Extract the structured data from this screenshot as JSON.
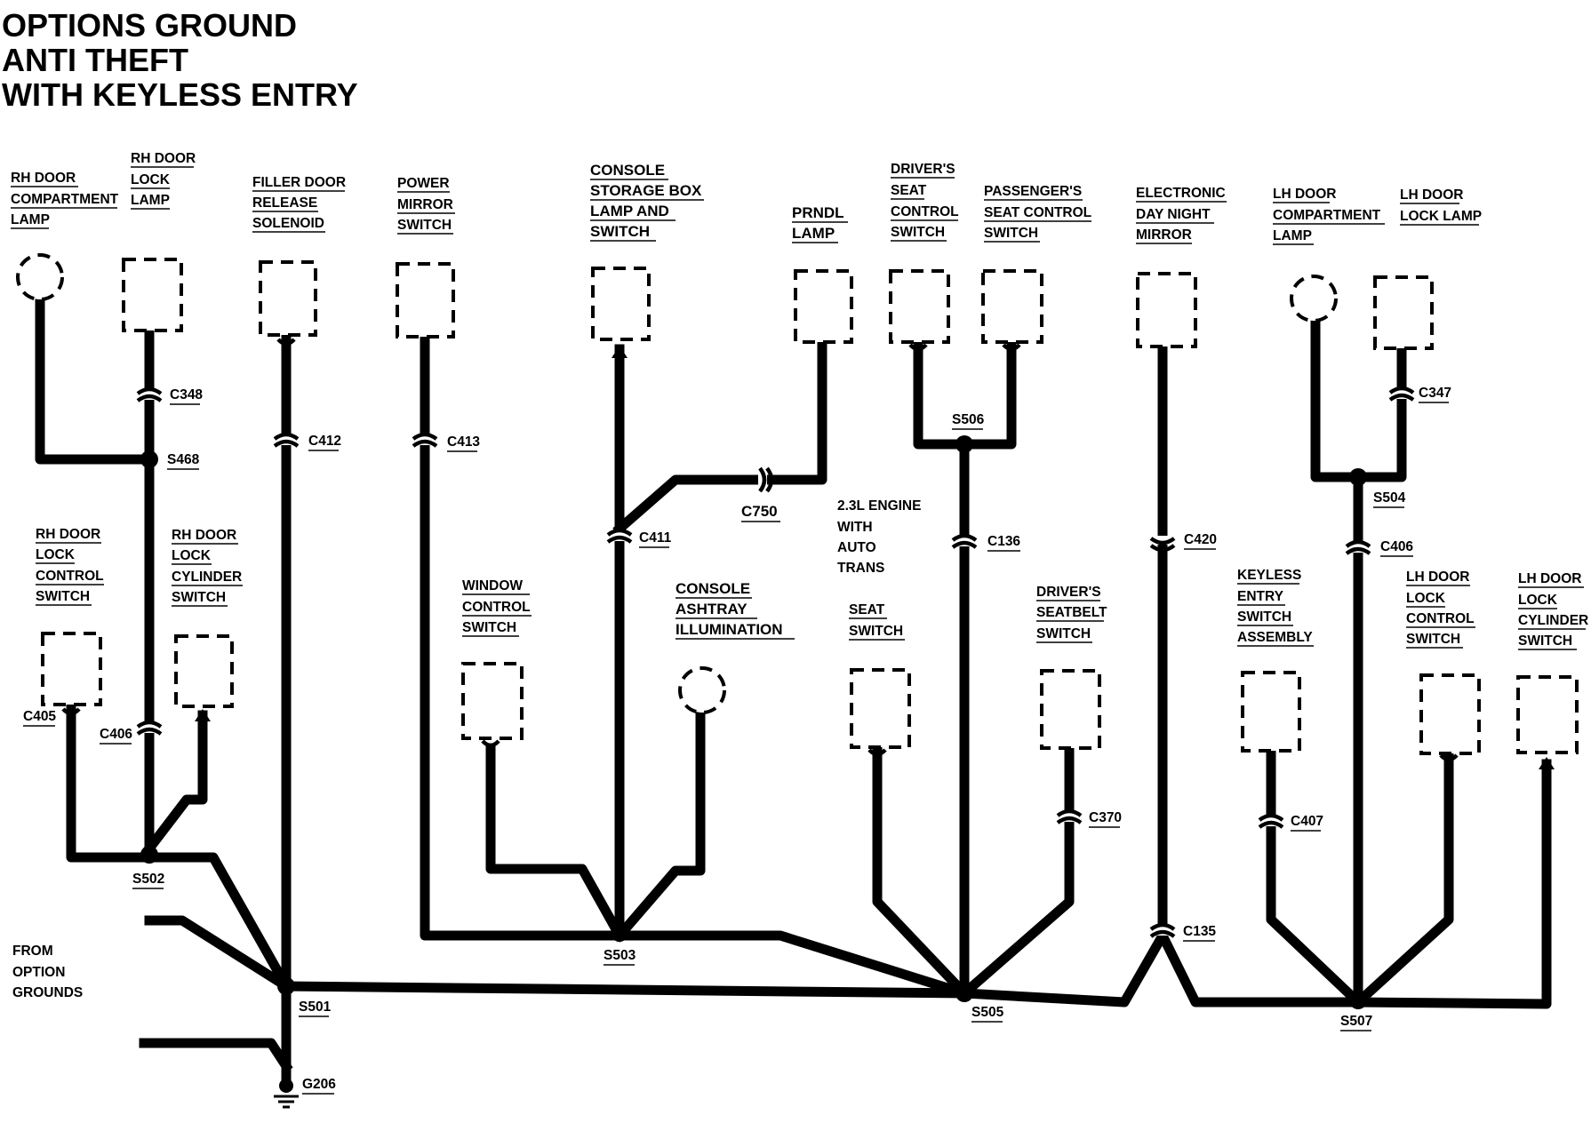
{
  "title_lines": [
    "OPTIONS GROUND",
    "ANTI THEFT",
    "WITH KEYLESS ENTRY"
  ],
  "components": {
    "rh_door_compartment_lamp": [
      "RH DOOR",
      "COMPARTMENT",
      "LAMP"
    ],
    "rh_door_lock_lamp": [
      "RH DOOR",
      "LOCK",
      "LAMP"
    ],
    "filler_door_release_solenoid": [
      "FILLER DOOR",
      "RELEASE",
      "SOLENOID"
    ],
    "power_mirror_switch": [
      "POWER",
      "MIRROR",
      "SWITCH"
    ],
    "console_storage_box": [
      "CONSOLE",
      "STORAGE BOX",
      "LAMP AND",
      "SWITCH"
    ],
    "prndl_lamp": [
      "PRNDL",
      "LAMP"
    ],
    "drivers_seat_control_switch": [
      "DRIVER'S",
      "SEAT",
      "CONTROL",
      "SWITCH"
    ],
    "passengers_seat_control_switch": [
      "PASSENGER'S",
      "SEAT CONTROL",
      "SWITCH"
    ],
    "electronic_day_night_mirror": [
      "ELECTRONIC",
      "DAY NIGHT",
      "MIRROR"
    ],
    "lh_door_compartment_lamp": [
      "LH DOOR",
      "COMPARTMENT",
      "LAMP"
    ],
    "lh_door_lock_lamp": [
      "LH DOOR",
      "LOCK LAMP"
    ],
    "rh_door_lock_control_switch": [
      "RH DOOR",
      "LOCK",
      "CONTROL",
      "SWITCH"
    ],
    "rh_door_lock_cylinder_switch": [
      "RH DOOR",
      "LOCK",
      "CYLINDER",
      "SWITCH"
    ],
    "window_control_switch": [
      "WINDOW",
      "CONTROL",
      "SWITCH"
    ],
    "console_ashtray_illumination": [
      "CONSOLE",
      "ASHTRAY",
      "ILLUMINATION"
    ],
    "seat_switch": [
      "SEAT",
      "SWITCH"
    ],
    "drivers_seatbelt_switch": [
      "DRIVER'S",
      "SEATBELT",
      "SWITCH"
    ],
    "keyless_entry_switch_assembly": [
      "KEYLESS",
      "ENTRY",
      "SWITCH",
      "ASSEMBLY"
    ],
    "lh_door_lock_control_switch": [
      "LH DOOR",
      "LOCK",
      "CONTROL",
      "SWITCH"
    ],
    "lh_door_lock_cylinder_switch": [
      "LH DOOR",
      "LOCK",
      "CYLINDER",
      "SWITCH"
    ]
  },
  "engine_note": [
    "2.3L ENGINE",
    "WITH",
    "AUTO",
    "TRANS"
  ],
  "from_option_grounds": [
    "FROM",
    "OPTION",
    "GROUNDS"
  ],
  "connectors": {
    "c348": "C348",
    "c412": "C412",
    "c413": "C413",
    "c411": "C411",
    "c750": "C750",
    "c136": "C136",
    "c420": "C420",
    "c347": "C347",
    "c406_left": "C406",
    "c406_right": "C406",
    "c405": "C405",
    "c370": "C370",
    "c407": "C407",
    "c135": "C135"
  },
  "splices": {
    "s468": "S468",
    "s506": "S506",
    "s504": "S504",
    "s502": "S502",
    "s503": "S503",
    "s501": "S501",
    "s505": "S505",
    "s507": "S507"
  },
  "ground": "G206"
}
